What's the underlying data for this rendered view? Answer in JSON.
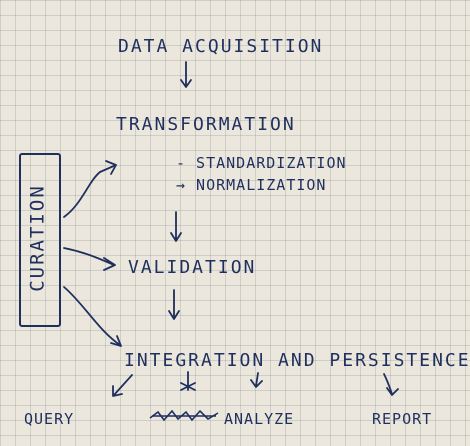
{
  "steps": {
    "acquisition": "DATA ACQUISITION",
    "transformation": "TRANSFORMATION",
    "standardization": "- STANDARDIZATION",
    "normalization": "→ NORMALIZATION",
    "validation": "VALIDATION",
    "integration": "INTEGRATION AND PERSISTENCE"
  },
  "side": {
    "curation": "CURATION"
  },
  "outputs": {
    "query": "QUERY",
    "analyze": "ANALYZE",
    "report": "REPORT"
  }
}
